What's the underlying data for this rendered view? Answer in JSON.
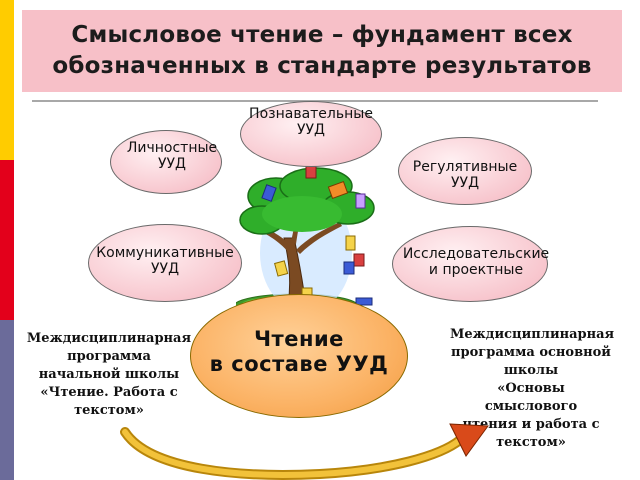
{
  "slide": {
    "title": "Смысловое чтение – фундамент всех обозначенных в стандарте результатов"
  },
  "nodes": {
    "cognitive": "Познавательные\nУУД",
    "personal": "Личностные\nУУД",
    "regulative": "Регулятивные\nУУД",
    "communicative": "Коммуникативные\nУУД",
    "research": "Исследовательские\nи проектные"
  },
  "center": {
    "label": "Чтение\nв составе УУД"
  },
  "notes": {
    "left": "Междисциплинарная\nпрограмма\nначальной школы\n«Чтение. Работа с\nтекстом»",
    "right": "Междисциплинарная\nпрограмма основной\nшколы\n«Основы смыслового\nчтения и работа с\nтекстом»"
  },
  "colors": {
    "title_bg": "#f7c0c8",
    "bubble_fill": "#f7c4cc",
    "center_fill": "#fbb264",
    "arrow": "#d4a017",
    "tree_foliage": "#2fae2a",
    "side_bars": [
      "#ffcc00",
      "#e3001b",
      "#6b6b9a"
    ]
  },
  "icons": {
    "tree": "tree-with-books-icon",
    "arrow": "curved-arrow-icon"
  }
}
